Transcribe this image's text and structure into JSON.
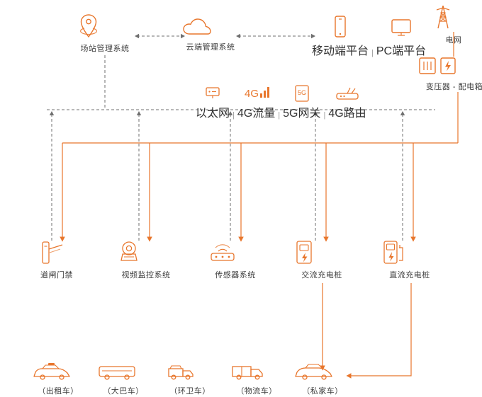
{
  "diagram": {
    "title": "",
    "colors": {
      "accent": "#E8762C",
      "line_orange": "#E8762C",
      "line_dashed": "#6f6f6f",
      "text": "#3d3d3d"
    },
    "top_row": [
      {
        "id": "station-management-system",
        "label": "场站管理系统",
        "icon": "location-pin-icon"
      },
      {
        "id": "cloud-management-system",
        "label": "云端管理系统",
        "icon": "cloud-icon"
      },
      {
        "id": "mobile-platform",
        "label": "移动端平台",
        "icon": "mobile-phone-icon"
      },
      {
        "id": "pc-platform",
        "label": "PC端平台",
        "icon": "monitor-icon"
      }
    ],
    "top_row_separator": "|",
    "power": [
      {
        "id": "power-grid",
        "label": "电网",
        "icon": "transmission-tower-icon"
      },
      {
        "id": "transformer-cabinet",
        "label": "变压器 - 配电箱",
        "icon": "transformer-icon"
      }
    ],
    "network_row": [
      {
        "id": "ethernet",
        "label": "以太网",
        "icon": "ethernet-icon"
      },
      {
        "id": "4g-traffic",
        "label": "4G流量",
        "icon": "4g-signal-icon"
      },
      {
        "id": "5g-gateway",
        "label": "5G网关",
        "icon": "5g-gateway-icon"
      },
      {
        "id": "4g-router",
        "label": "4G路由",
        "icon": "router-icon"
      }
    ],
    "network_separator": "|",
    "devices": [
      {
        "id": "gate-access",
        "label": "道闸门禁",
        "icon": "barrier-gate-icon"
      },
      {
        "id": "video-surveillance",
        "label": "视频监控系统",
        "icon": "cctv-camera-icon"
      },
      {
        "id": "sensor-system",
        "label": "传感器系统",
        "icon": "sensor-icon"
      },
      {
        "id": "ac-charger",
        "label": "交流充电桩",
        "icon": "ac-charging-pile-icon"
      },
      {
        "id": "dc-charger",
        "label": "直流充电桩",
        "icon": "dc-charging-pile-icon"
      }
    ],
    "vehicles": [
      {
        "id": "taxi",
        "label": "（出租车）",
        "icon": "taxi-icon"
      },
      {
        "id": "bus",
        "label": "（大巴车）",
        "icon": "bus-icon"
      },
      {
        "id": "sanitation",
        "label": "（环卫车）",
        "icon": "sanitation-truck-icon"
      },
      {
        "id": "logistics",
        "label": "（物流车）",
        "icon": "logistics-van-icon"
      },
      {
        "id": "private-car",
        "label": "（私家车）",
        "icon": "private-car-icon"
      }
    ]
  }
}
